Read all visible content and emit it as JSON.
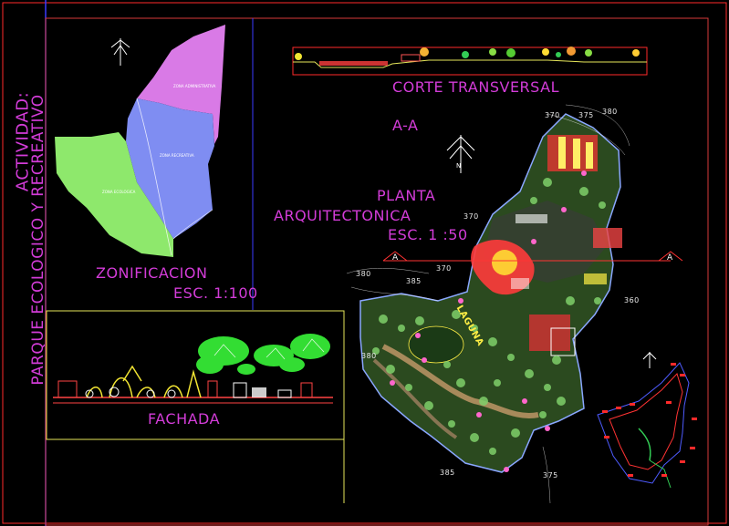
{
  "sheet": {
    "vertical_title_line1": "ACTIVIDAD:",
    "vertical_title_line2": "PARQUE ECOLOGICO Y RECREATIVO"
  },
  "zoning": {
    "title": "ZONIFICACION",
    "scale": "ESC. 1:100",
    "zones": [
      {
        "label": "ZONA ADMINISTRATIVA",
        "color": "#d97ae6"
      },
      {
        "label": "ZONA RECREATIVA",
        "color": "#7f8df2"
      },
      {
        "label": "ZONA ECOLOGICA",
        "color": "#8ee86c"
      }
    ]
  },
  "section": {
    "title": "CORTE TRANSVERSAL",
    "cut_label": "A-A"
  },
  "plan": {
    "title_line1": "PLANTA",
    "title_line2": "ARQUITECTONICA",
    "scale": "ESC. 1 :50",
    "lake_label": "LAGUNA",
    "cut_marker": "A",
    "contours": [
      "370",
      "375",
      "380",
      "370",
      "370",
      "380",
      "385",
      "360",
      "380",
      "385",
      "375"
    ]
  },
  "facade": {
    "title": "FACHADA"
  },
  "colors": {
    "frame": "#ff2a2a",
    "divider": "#3a3aff",
    "label": "#d33cd8",
    "viewport_frame": "#e6e65a"
  }
}
